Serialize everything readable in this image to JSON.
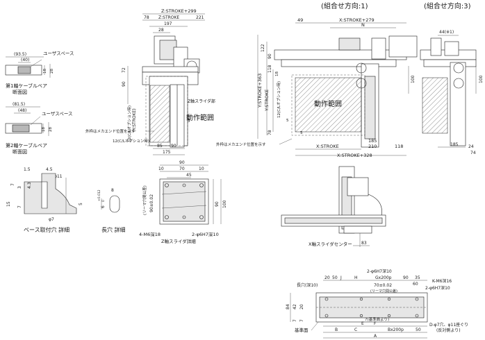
{
  "headers": {
    "combo1": "(組合せ方向:1)",
    "combo3": "(組合せ方向:3)"
  },
  "cable_bear_1": {
    "dims": [
      "(93.5)",
      "(40)",
      "18",
      "28"
    ],
    "user_space": "ユーザスペース",
    "caption": [
      "第1軸ケーブルベア",
      "断面図"
    ]
  },
  "cable_bear_2": {
    "dims": [
      "(81.5)",
      "(48)",
      "18",
      "28"
    ],
    "user_space": "ユーザスペース",
    "caption": [
      "第2軸ケーブルベア",
      "断面図"
    ]
  },
  "z_view": {
    "dims_top": [
      "Z:STROKE+299",
      "Z:STROKE",
      "221",
      "78",
      "28",
      "197",
      "28"
    ],
    "dims_left": [
      "90",
      "72"
    ],
    "dims_bottom": [
      "85",
      "90",
      "175"
    ],
    "stroke_label": "(Y:STROKE)",
    "option_label": "12(C/Lオプション時)",
    "slider_label": "Z軸スライダ部",
    "motion_range": "動作範囲",
    "outer_frame_note": "外枠はメカエンド位置を示す",
    "option_label_bottom": "12(C/Lオプション時)",
    "small_dim": "5"
  },
  "xy_view": {
    "dims_top": [
      "49",
      "X:STROKE+279",
      "N"
    ],
    "dims_left": [
      "122",
      "118",
      "90",
      "78",
      "Y:STROKE+363",
      "Y:STROKE"
    ],
    "small_left": [
      "18",
      "5"
    ],
    "option_label": "12(C/Lオプション時)",
    "motion_range": "動作範囲",
    "outer_frame_note": "外枠はメカエンド位置を示す",
    "dims_bottom": [
      "X:STROKE",
      "X:STROKE+328",
      "210",
      "118",
      "185"
    ],
    "right_dims": [
      "100"
    ],
    "small_dim": "5"
  },
  "combo3_view": {
    "dims": [
      "44",
      "1",
      "100",
      "185",
      "74",
      "24"
    ],
    "dim_44": "44(※1)"
  },
  "base_hole": {
    "dims": [
      "1.5",
      "4.5",
      "7",
      "3",
      "4.3",
      "15",
      "7",
      "5"
    ],
    "dia11": "φ11",
    "dia7": "φ7",
    "caption": "ベース取付穴 詳細"
  },
  "slot": {
    "dims": [
      "8",
      "6"
    ],
    "tol": "+0.012",
    "tol0": "0",
    "caption": "長穴 詳細"
  },
  "z_slider": {
    "dims_top": [
      "90",
      "10",
      "70",
      "10",
      "45"
    ],
    "pitch_label": "(リーマ穴間公差)",
    "pitch": "90±0.02",
    "right_dims": [
      "90",
      "100"
    ],
    "tap_label": "4-M6深18",
    "pin_label": "2-φ6H7深10",
    "caption": "Z軸スライダ詳細"
  },
  "x_slider": {
    "dims": [
      "83"
    ],
    "caption": "X軸スライダセンター"
  },
  "base_view": {
    "top_labels": [
      "2-φ6H7深10",
      "20",
      "50",
      "J",
      "H",
      "Gx200p",
      "90",
      "35",
      "K-M6深16"
    ],
    "slot_depth": "長穴(深10)",
    "pitch": "70±0.02",
    "pitch_note": "(リーマ穴間公差)",
    "pin_label_r": "2-φ6H7深10",
    "dim_60": "60",
    "left_dims": [
      "84",
      "42",
      "20",
      "7",
      "7"
    ],
    "ref_plane_note": "7(基準面より)",
    "hole_note": "D-φ7穴、φ11座ぐり",
    "hole_note2": "(反対側より)",
    "datum": "基準面",
    "bottom_dims": [
      "B",
      "C",
      "E",
      "F",
      "Bx200p",
      "50",
      "A"
    ]
  }
}
